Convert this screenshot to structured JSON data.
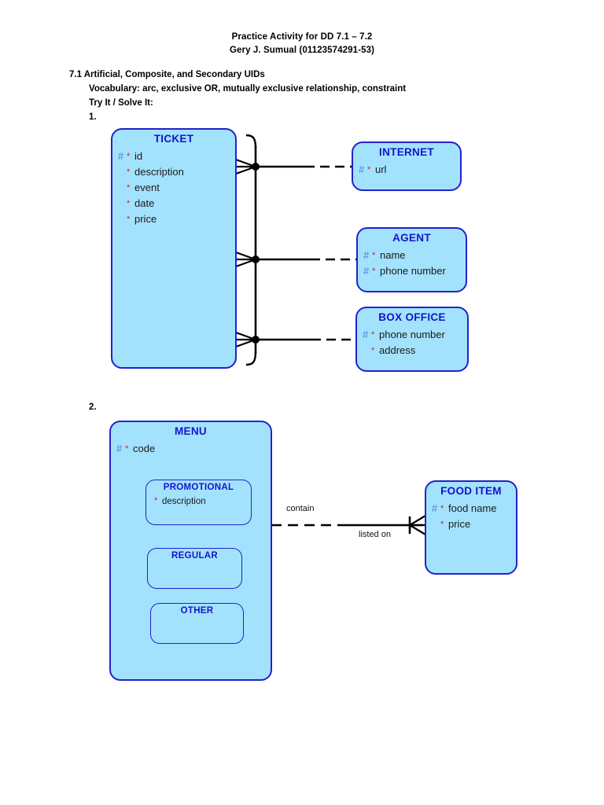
{
  "document": {
    "title_line1": "Practice Activity for DD 7.1 – 7.2",
    "title_line2": "Gery J. Sumual (01123574291-53)",
    "heading": "7.1  Artificial, Composite, and Secondary UIDs",
    "vocabulary": "Vocabulary: arc, exclusive OR, mutually exclusive relationship, constraint",
    "instruction": "Try It / Solve It:",
    "item_1_number": "1.",
    "item_2_number": "2."
  },
  "colors": {
    "entity_fill": "#A3E2FD",
    "entity_border": "#2222CC",
    "entity_title": "#1414CC",
    "uid_mark": "#4A7FE0",
    "mandatory_mark": "#D02020",
    "line": "#000000",
    "page_background": "#FFFFFF"
  },
  "diagram_1": {
    "entities": [
      {
        "name": "TICKET",
        "attributes": [
          {
            "uid": "#",
            "mandatory": "*",
            "name": "id"
          },
          {
            "uid": "",
            "mandatory": "*",
            "name": "description"
          },
          {
            "uid": "",
            "mandatory": "*",
            "name": "event"
          },
          {
            "uid": "",
            "mandatory": "*",
            "name": "date"
          },
          {
            "uid": "",
            "mandatory": "*",
            "name": "price"
          }
        ]
      },
      {
        "name": "INTERNET",
        "attributes": [
          {
            "uid": "#",
            "mandatory": "*",
            "name": "url"
          }
        ]
      },
      {
        "name": "AGENT",
        "attributes": [
          {
            "uid": "#",
            "mandatory": "*",
            "name": "name"
          },
          {
            "uid": "#",
            "mandatory": "*",
            "name": "phone number"
          }
        ]
      },
      {
        "name": "BOX OFFICE",
        "attributes": [
          {
            "uid": "#",
            "mandatory": "*",
            "name": "phone number"
          },
          {
            "uid": "",
            "mandatory": "*",
            "name": "address"
          }
        ]
      }
    ],
    "arc": {
      "present": true,
      "description": "exclusive-or arc across three TICKET relationships"
    },
    "relationships": [
      {
        "from": "TICKET",
        "to": "INTERNET",
        "from_end": "many",
        "to_end": "one",
        "from_optionality": "mandatory",
        "to_optionality": "optional"
      },
      {
        "from": "TICKET",
        "to": "AGENT",
        "from_end": "many",
        "to_end": "one",
        "from_optionality": "mandatory",
        "to_optionality": "optional"
      },
      {
        "from": "TICKET",
        "to": "BOX OFFICE",
        "from_end": "many",
        "to_end": "one",
        "from_optionality": "mandatory",
        "to_optionality": "optional"
      }
    ]
  },
  "diagram_2": {
    "supertype": {
      "name": "MENU",
      "attributes": [
        {
          "uid": "#",
          "mandatory": "*",
          "name": "code"
        }
      ],
      "subtypes": [
        {
          "name": "PROMOTIONAL",
          "attributes": [
            {
              "uid": "",
              "mandatory": "*",
              "name": "description"
            }
          ]
        },
        {
          "name": "REGULAR",
          "attributes": []
        },
        {
          "name": "OTHER",
          "attributes": []
        }
      ]
    },
    "entities": [
      {
        "name": "FOOD ITEM",
        "attributes": [
          {
            "uid": "#",
            "mandatory": "*",
            "name": "food name"
          },
          {
            "uid": "",
            "mandatory": "*",
            "name": "price"
          }
        ]
      }
    ],
    "relationship": {
      "label_top": "contain",
      "label_bottom": "listed on",
      "from": "MENU",
      "to": "FOOD ITEM",
      "from_optionality": "optional",
      "to_optionality": "mandatory",
      "to_end": "many"
    }
  }
}
